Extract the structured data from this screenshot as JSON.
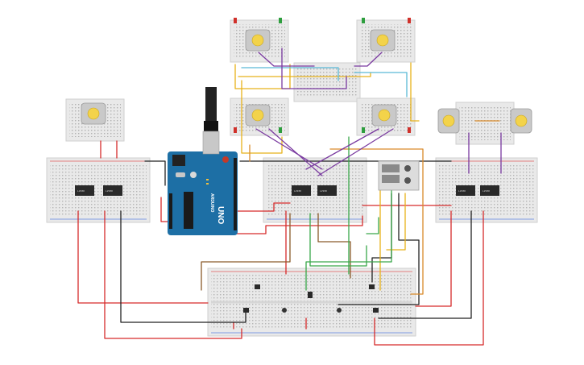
{
  "arduino": {
    "brand": "ARDUINO",
    "model": "UNO",
    "color": "#1d6fa5"
  },
  "driver_chip_text": [
    "L293D",
    "L293D",
    "L293D",
    "L293D",
    "L293D",
    "L293D"
  ],
  "wire_colors": {
    "power": "#d62b2b",
    "ground": "#222222",
    "signal_yellow": "#e8b21a",
    "signal_purple": "#7a3aa0",
    "signal_green": "#3aa84a",
    "signal_cyan": "#5ab9d6",
    "signal_orange": "#d98a2a",
    "signal_brown": "#8a5a2a"
  },
  "led_colors": {
    "red": "#d0302a",
    "green": "#2e9e3e"
  }
}
